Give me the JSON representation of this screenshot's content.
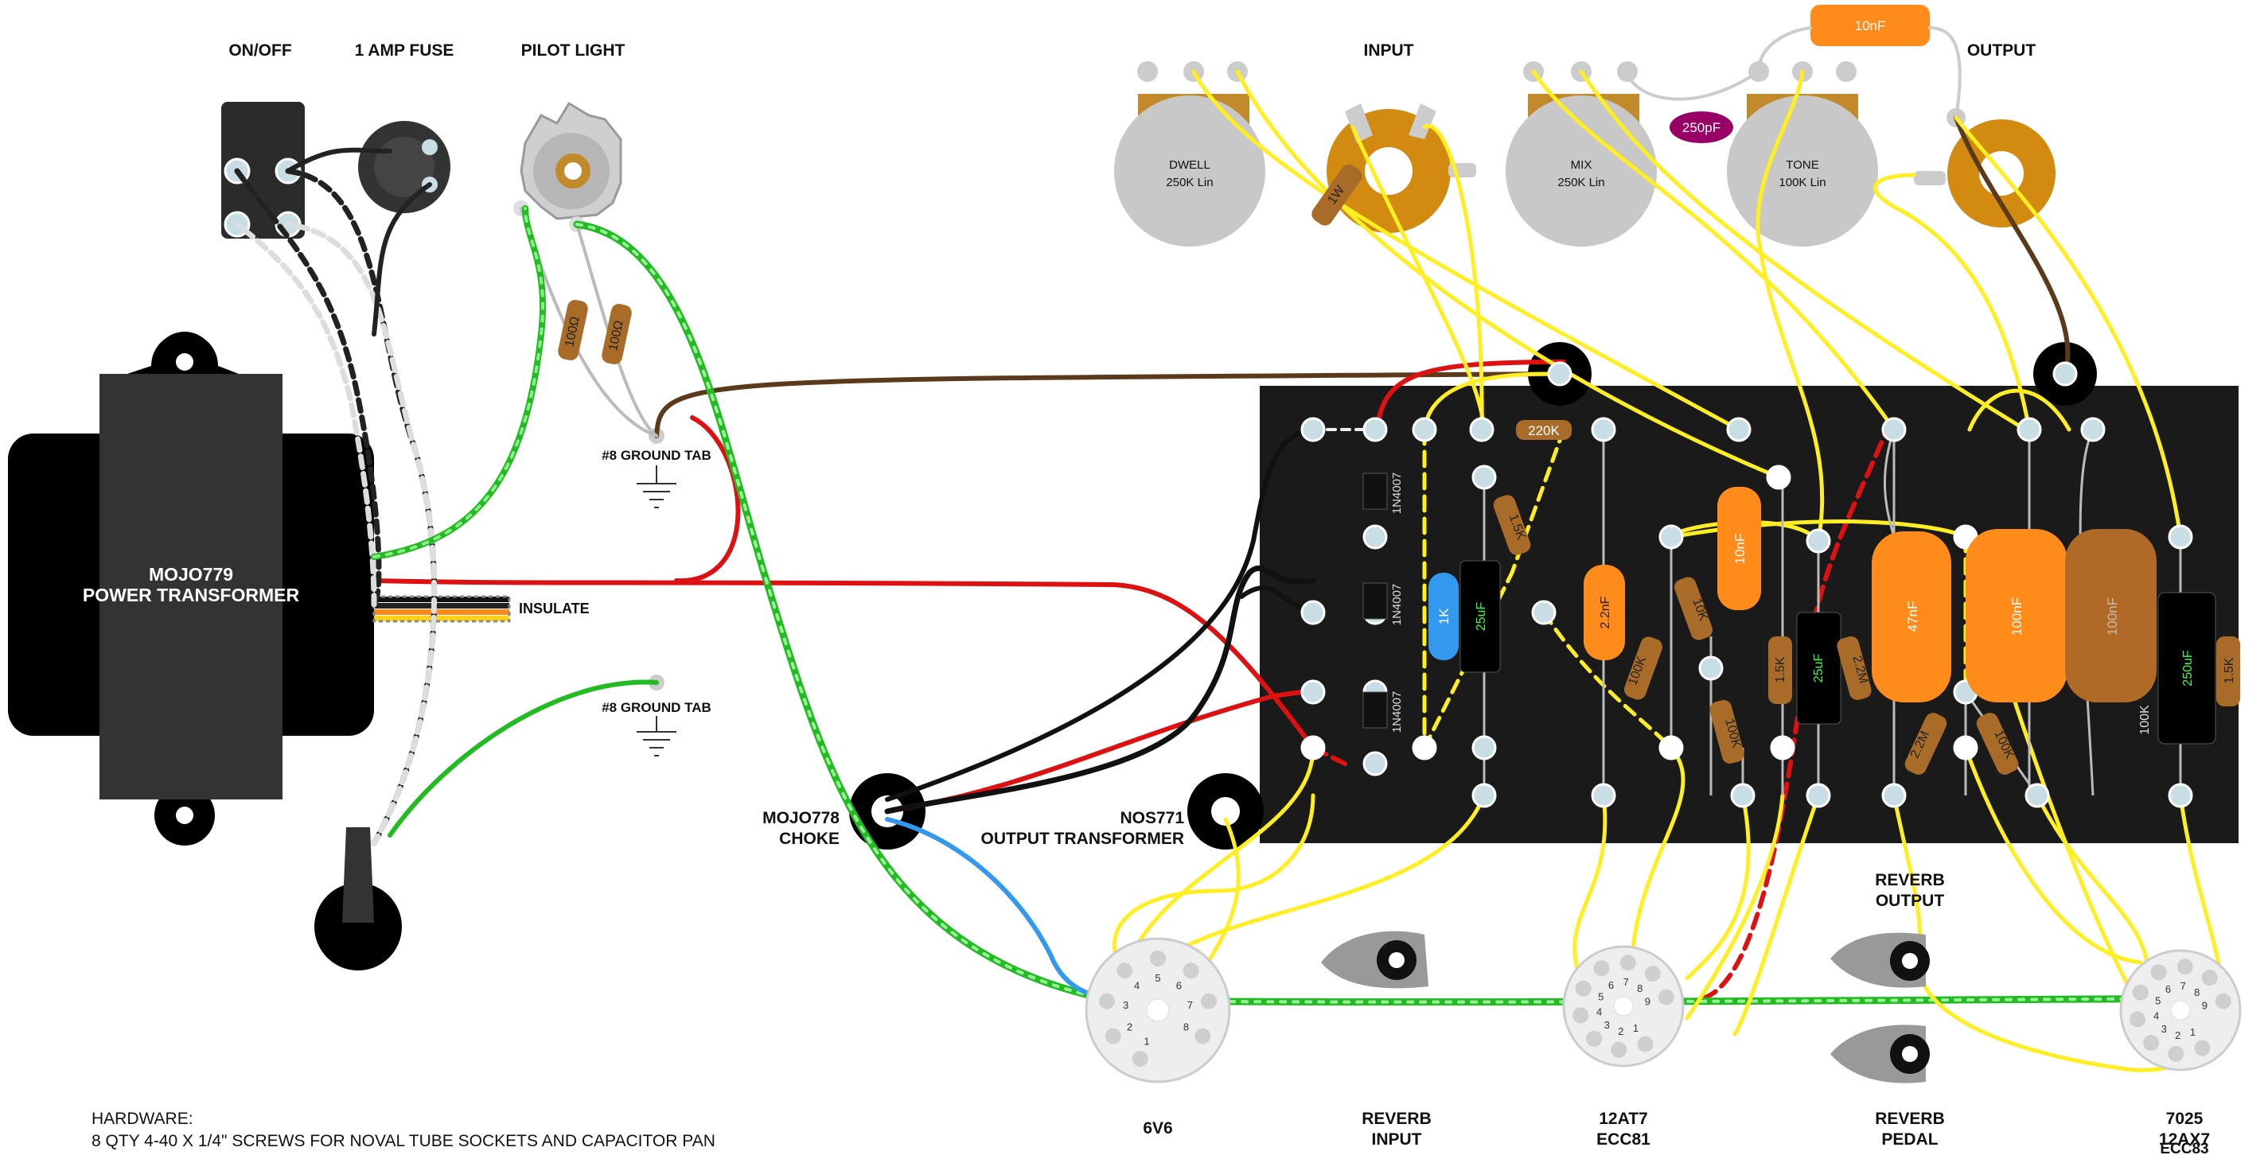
{
  "labels": {
    "on_off": "ON/OFF",
    "fuse": "1 AMP FUSE",
    "pilot": "PILOT LIGHT",
    "input": "INPUT",
    "output": "OUTPUT",
    "ground_tab_1": "#8 GROUND TAB",
    "ground_tab_2": "#8 GROUND TAB",
    "insulate": "INSULATE",
    "transformer_1": "MOJO779",
    "transformer_2": "POWER TRANSFORMER",
    "choke_1": "MOJO778",
    "choke_2": "CHOKE",
    "output_transformer_1": "NOS771",
    "output_transformer_2": "OUTPUT TRANSFORMER",
    "tube_6v6": "6V6",
    "reverb_input_1": "REVERB",
    "reverb_input_2": "INPUT",
    "tube_12at7_1": "12AT7",
    "tube_12at7_2": "ECC81",
    "reverb_output_1": "REVERB",
    "reverb_output_2": "OUTPUT",
    "reverb_pedal_1": "REVERB",
    "reverb_pedal_2": "PEDAL",
    "tube_7025_1": "7025",
    "tube_7025_2": "12AX7",
    "tube_7025_3": "ECC83",
    "hardware_1": "HARDWARE:",
    "hardware_2": "8 QTY 4-40 X 1/4\" SCREWS FOR NOVAL TUBE SOCKETS AND CAPACITOR PAN"
  },
  "pots": {
    "dwell_1": "DWELL",
    "dwell_2": "250K Lin",
    "mix_1": "MIX",
    "mix_2": "250K Lin",
    "tone_1": "TONE",
    "tone_2": "100K Lin"
  },
  "components": {
    "cap_10nF_top": "10nF",
    "cap_250pF": "250pF",
    "res_1W": "1W",
    "res_100_a": "100Ω",
    "res_100_b": "100Ω",
    "res_220K": "220K",
    "diode_1": "1N4007",
    "diode_2": "1N4007",
    "diode_3": "1N4007",
    "res_1K5_a": "1.5K",
    "cap_1K_blue": "1K",
    "cap_25uF_a": "25uF",
    "cap_2n2": "2.2nF",
    "res_100K_a": "100K",
    "res_10K": "10K",
    "cap_10nF_board": "10nF",
    "res_100K_b": "100K",
    "res_1K5_b": "1.5K",
    "cap_25uF_b": "25uF",
    "res_2M2_a": "2.2M",
    "cap_47nF": "47nF",
    "res_2M2_b": "2.2M",
    "cap_100nF_a": "100nF",
    "res_100K_c": "100K",
    "cap_100nF_b": "100nF",
    "res_100K_d": "100K",
    "cap_250uF": "250uF",
    "res_1K5_c": "1.5K"
  },
  "pins_9": [
    "1",
    "2",
    "3",
    "4",
    "5",
    "6",
    "7",
    "8",
    "9"
  ],
  "pins_8": [
    "1",
    "2",
    "3",
    "4",
    "5",
    "6",
    "7",
    "8"
  ],
  "colors": {
    "chassis": "#1a1a1a",
    "wire_yellow": "#ffee22",
    "wire_green": "#22bb22",
    "wire_red": "#dd1111",
    "wire_black": "#111111",
    "wire_blue": "#3399ee",
    "wire_brown": "#5a3a1a",
    "cap_orange": "#ff8c1a",
    "turret": "#c9dde4"
  }
}
